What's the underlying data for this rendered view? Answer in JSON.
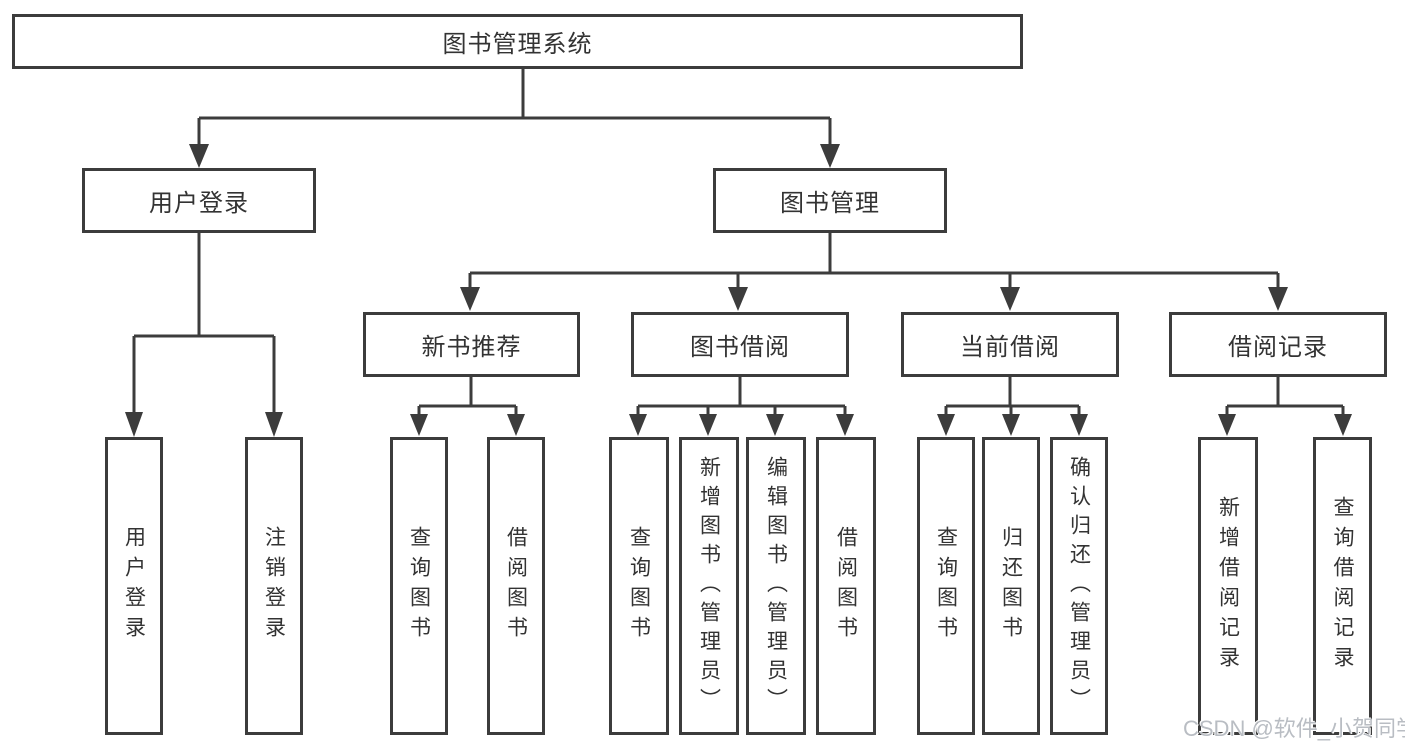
{
  "diagram": {
    "root": "图书管理系统",
    "branches": [
      {
        "label": "用户登录",
        "children": [
          "用户登录",
          "注销登录"
        ]
      },
      {
        "label": "图书管理",
        "sections": [
          {
            "label": "新书推荐",
            "children": [
              "查询图书",
              "借阅图书"
            ]
          },
          {
            "label": "图书借阅",
            "children": [
              "查询图书",
              "新增图书（管理员）",
              "编辑图书（管理员）",
              "借阅图书"
            ]
          },
          {
            "label": "当前借阅",
            "children": [
              "查询图书",
              "归还图书",
              "确认归还（管理员）"
            ]
          },
          {
            "label": "借阅记录",
            "children": [
              "新增借阅记录",
              "查询借阅记录"
            ]
          }
        ]
      }
    ]
  },
  "watermark": "CSDN @软件_小贺同学",
  "colors": {
    "line": "#3c3c3c",
    "box_border": "#3c3c3c",
    "text": "#333333",
    "background": "#ffffff",
    "watermark": "#b9bdc3"
  }
}
